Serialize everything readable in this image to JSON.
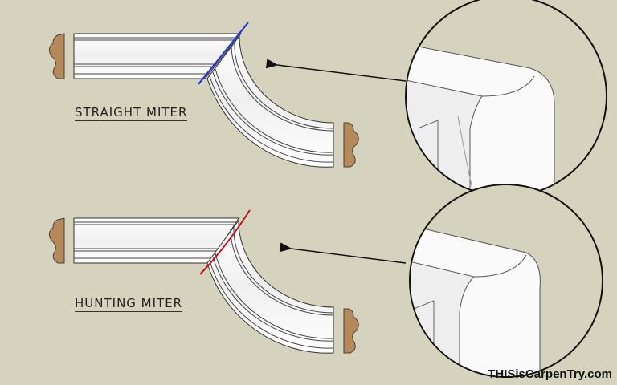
{
  "labels": {
    "straight": "STRAIGHT MITER",
    "hunting": "HUNTING MITER"
  },
  "watermark": "THISisCarpenTry.com",
  "colors": {
    "background": "#d5d2bd",
    "straight_miter_line": "#1a2ee8",
    "hunting_miter_line": "#c0141c",
    "wood": "#b5895a"
  }
}
